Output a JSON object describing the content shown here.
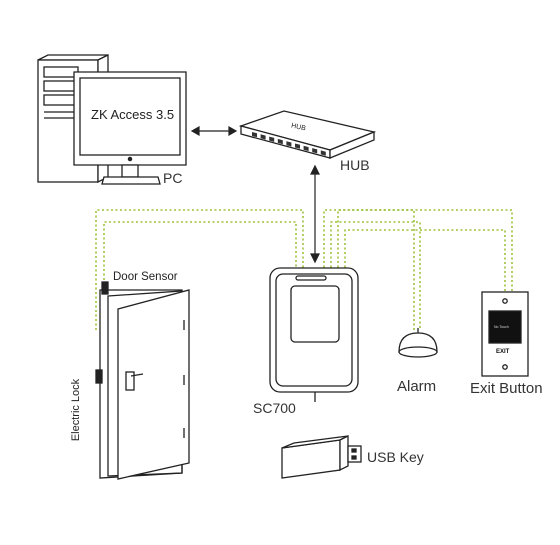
{
  "pc": {
    "screen_text": "ZK Access 3.5",
    "label": "PC"
  },
  "hub": {
    "label": "HUB",
    "box_text": "HUB"
  },
  "controller": {
    "label": "SC700"
  },
  "door_sensor": {
    "label": "Door Sensor"
  },
  "electric_lock": {
    "label": "Electric Lock"
  },
  "alarm": {
    "label": "Alarm"
  },
  "exit_button": {
    "label": "Exit Button",
    "plate_text": "EXIT",
    "button_text": "No Touch"
  },
  "usb_key": {
    "label": "USB Key"
  },
  "colors": {
    "wire": "#9cc23a",
    "line": "#222222",
    "device_fill": "#ffffff"
  }
}
